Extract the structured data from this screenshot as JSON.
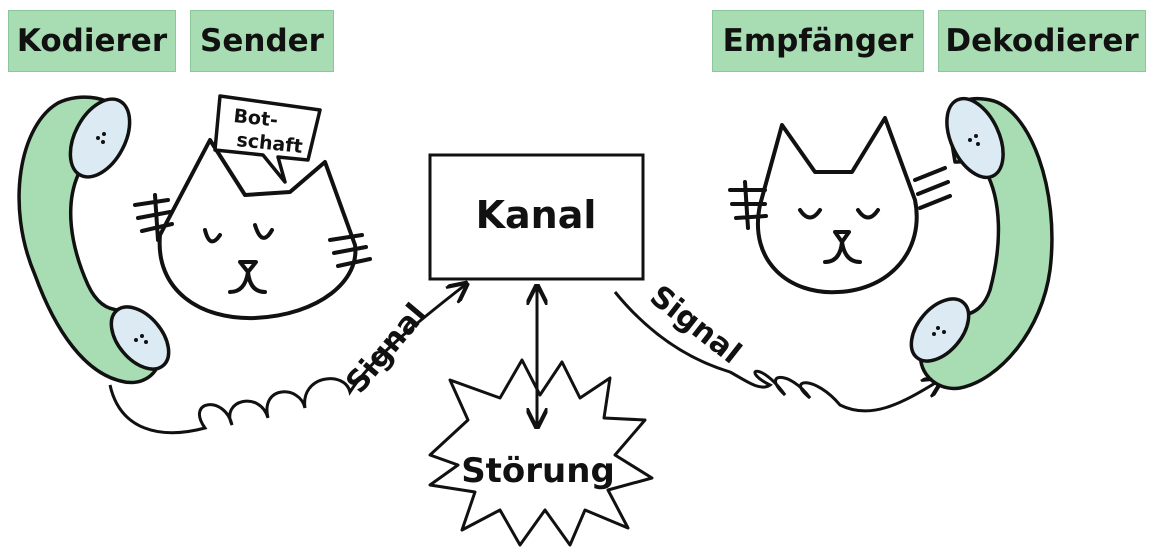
{
  "labels": {
    "kodierer": "Kodierer",
    "sender": "Sender",
    "empfaenger": "Empfänger",
    "dekodierer": "Dekodierer"
  },
  "speech_bubble": {
    "line1": "Bot-",
    "line2": "schaft"
  },
  "channel": "Kanal",
  "noise": "Störung",
  "signal_left": "Signal",
  "signal_right": "Signal",
  "colors": {
    "receiver_green": "#a8dcb2",
    "earpiece_blue": "#dcebf3",
    "ink": "#111111"
  }
}
